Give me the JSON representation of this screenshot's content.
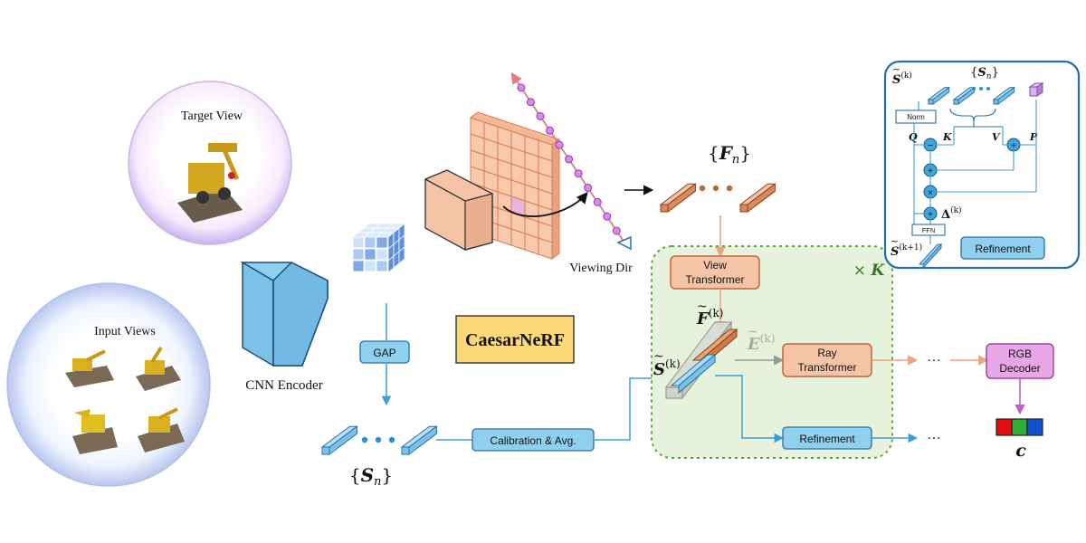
{
  "title": "CaesarNeRF",
  "input_views_label": "Input Views",
  "target_view_label": "Target View",
  "cnn_encoder_label": "CNN Encoder",
  "gap_label": "GAP",
  "viewing_dir_label": "Viewing Dir",
  "s_n_label": "{S_n}",
  "f_n_label": "{F_n}",
  "calibration_label": "Calibration & Avg.",
  "view_transformer_label": [
    "View",
    "Transformer"
  ],
  "ray_transformer_label": [
    "Ray",
    "Transformer"
  ],
  "refinement_label": "Refinement",
  "rgb_decoder_label": [
    "RGB",
    "Decoder"
  ],
  "repeat_label": "× K",
  "output_label": "c",
  "ellipsis": "···",
  "inset": {
    "s_k_label": "S̃(k)",
    "s_n_label": "{S_n}",
    "norm_label": "Norm",
    "q_label": "Q",
    "k_label": "K",
    "v_label": "V",
    "p_label": "P",
    "delta_label": "Δ(k)",
    "ffn_label": "FFN",
    "s_k1_label": "S̃(k+1)",
    "refinement_label": "Refinement"
  },
  "colors": {
    "blue_box": "#8fd0ef",
    "blue_stroke": "#2a6fa8",
    "orange_box": "#f5c4a6",
    "orange_stroke": "#c0653a",
    "green_region": "#e7f2dc",
    "green_dash": "#5aa838",
    "title_box": "#fbd978",
    "rgb_box": "#e7a6e8",
    "rgb_stroke": "#a246a6"
  }
}
